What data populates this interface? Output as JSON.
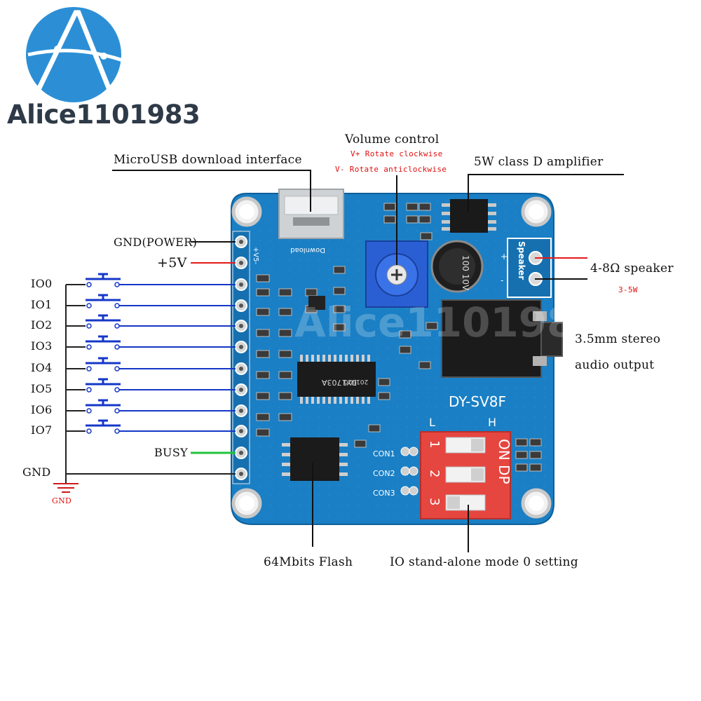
{
  "logo": {
    "text": "Alice1101983",
    "letter": "A",
    "icon": "logo-A-circle-icon",
    "color": "#2c8fd6"
  },
  "annotations": {
    "microusb": "MicroUSB download interface",
    "volume_title": "Volume control",
    "volume_plus": "V+ Rotate clockwise",
    "volume_minus": "V- Rotate anticlockwise",
    "amplifier": "5W class D amplifier",
    "speaker": "4-8Ω  speaker",
    "speaker_power": "3-5W",
    "audio_line1": "3.5mm stereo",
    "audio_line2": "audio output",
    "flash": "64Mbits Flash",
    "dip_setting": "IO stand-alone mode 0 setting"
  },
  "pins": {
    "gnd_power": "GND(POWER)",
    "v5": "+5V",
    "io": [
      "IO0",
      "IO1",
      "IO2",
      "IO3",
      "IO4",
      "IO5",
      "IO6",
      "IO7"
    ],
    "busy": "BUSY",
    "gnd": "GND",
    "gnd_symbol": "GND"
  },
  "board": {
    "model": "DY-SV8F",
    "switch_low": "L",
    "switch_high": "H",
    "con_labels": [
      "CON1",
      "CON2",
      "CON3"
    ],
    "dip_numbers": [
      "1",
      "2",
      "3"
    ],
    "dip_text": "ON DP",
    "chip_main": "DY1703A",
    "chip_main_sub": "201920",
    "header_label": "+V5-",
    "download_label": "Download",
    "cap_text": "100 10V",
    "speaker_label": "Speaker",
    "plus_sign": "+",
    "minus_sign": "-",
    "watermark": "Alice1101983"
  },
  "colors": {
    "board": "#1a7fc4",
    "wire_blue": "#1437c8",
    "wire_red": "#e31b1b",
    "wire_green": "#22c43a",
    "dip_red": "#e5463f"
  }
}
